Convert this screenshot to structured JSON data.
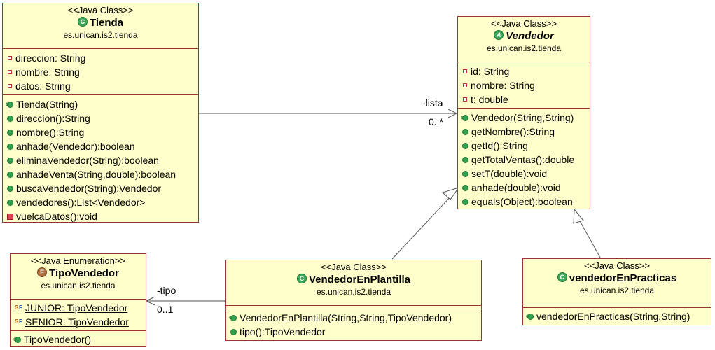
{
  "tienda": {
    "stereotype": "<<Java Class>>",
    "name": "Tienda",
    "package": "es.unican.is2.tienda",
    "attributes": [
      "direccion: String",
      "nombre: String",
      "datos: String"
    ],
    "methods": [
      "Tienda(String)",
      "direccion():String",
      "nombre():String",
      "anhade(Vendedor):boolean",
      "eliminaVendedor(String):boolean",
      "anhadeVenta(String,double):boolean",
      "buscaVendedor(String):Vendedor",
      "vendedores():List<Vendedor>",
      "vuelcaDatos():void"
    ]
  },
  "vendedor": {
    "stereotype": "<<Java Class>>",
    "name": "Vendedor",
    "package": "es.unican.is2.tienda",
    "attributes": [
      "id: String",
      "nombre: String",
      "t: double"
    ],
    "methods": [
      "Vendedor(String,String)",
      "getNombre():String",
      "getId():String",
      "getTotalVentas():double",
      "setT(double):void",
      "anhade(double):void",
      "equals(Object):boolean"
    ]
  },
  "tipo_vendedor": {
    "stereotype": "<<Java Enumeration>>",
    "name": "TipoVendedor",
    "package": "es.unican.is2.tienda",
    "constants": [
      "JUNIOR: TipoVendedor",
      "SENIOR: TipoVendedor"
    ],
    "methods": [
      "TipoVendedor()"
    ]
  },
  "vendedor_en_plantilla": {
    "stereotype": "<<Java Class>>",
    "name": "VendedorEnPlantilla",
    "package": "es.unican.is2.tienda",
    "methods": [
      "VendedorEnPlantilla(String,String,TipoVendedor)",
      "tipo():TipoVendedor"
    ]
  },
  "vendedor_en_practicas": {
    "stereotype": "<<Java Class>>",
    "name": "vendedorEnPracticas",
    "package": "es.unican.is2.tienda",
    "methods": [
      "vendedorEnPracticas(String,String)"
    ]
  },
  "associations": {
    "lista_role": "-lista",
    "lista_mult": "0..*",
    "tipo_role": "-tipo",
    "tipo_mult": "0..1"
  },
  "icons": {
    "class_letter": "C",
    "enum_letter": "E",
    "abstract_class_letter": "A"
  },
  "colors": {
    "box_fill": "#ffffcc",
    "box_border": "#993333",
    "public_green": "#33a050",
    "private_red": "#e04050",
    "line": "#555555"
  }
}
